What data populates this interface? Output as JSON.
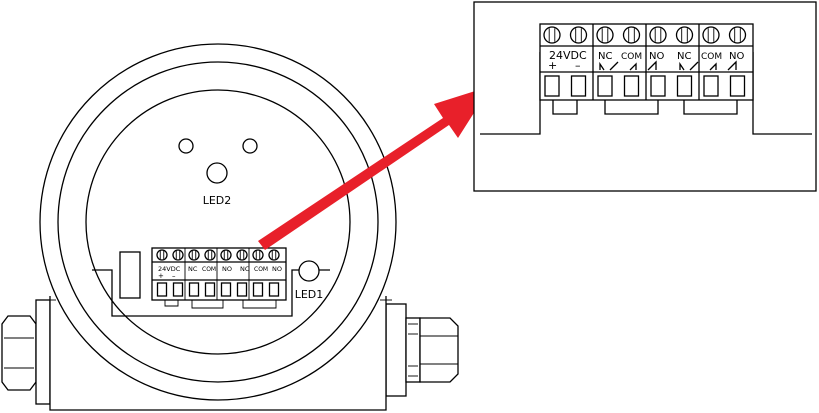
{
  "labels": {
    "led2": "LED2",
    "led1": "LED1",
    "supply": "24VDC",
    "plus": "+",
    "minus": "–",
    "nc": "NC",
    "com": "COM",
    "no": "NO"
  },
  "colors": {
    "arrow": "#e8202a",
    "line": "#000000",
    "background": "#ffffff"
  },
  "icons": [
    "screw-terminal-icon",
    "relay-contact-icon",
    "led-icon",
    "arrow-icon"
  ]
}
